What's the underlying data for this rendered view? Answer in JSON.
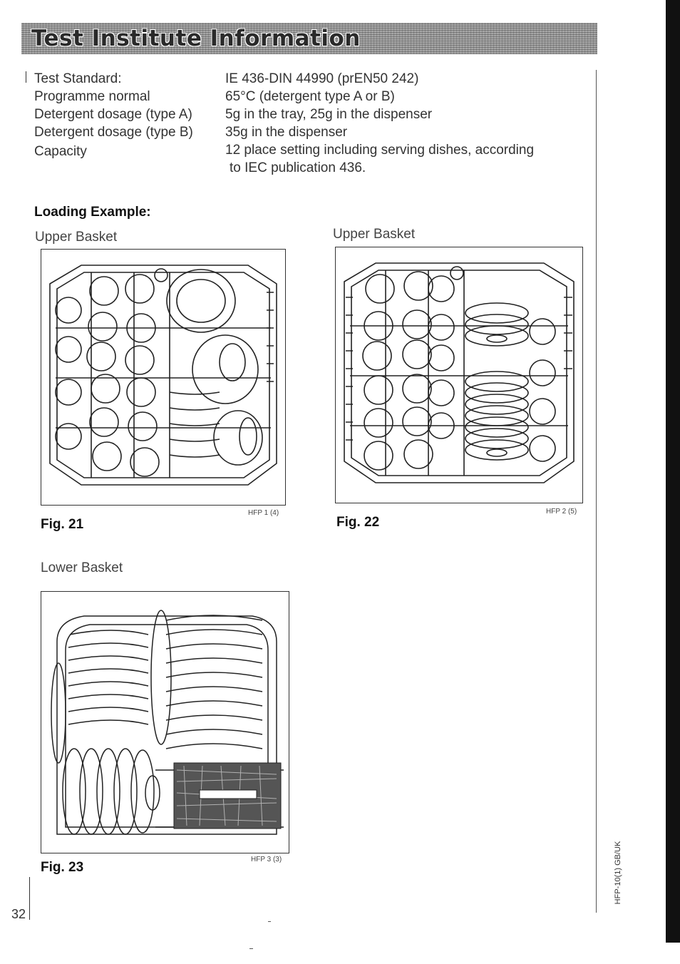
{
  "header": {
    "title": "Test Institute Information"
  },
  "specs": [
    {
      "label": "Test Standard:",
      "value": "IE 436-DIN 44990  (prEN50 242)"
    },
    {
      "label": "Programme normal",
      "value": "65°C (detergent type A or B)"
    },
    {
      "label": "Detergent dosage (type A)",
      "value": "5g in the tray, 25g in the dispenser"
    },
    {
      "label": "Detergent dosage (type B)",
      "value": "35g in the dispenser"
    },
    {
      "label": "Capacity",
      "value": "12 place setting including serving dishes, according",
      "value_cont": "to  IEC publication 436."
    }
  ],
  "loading_heading": "Loading Example:",
  "figures": [
    {
      "caption": "Upper Basket",
      "label": "Fig. 21",
      "code": "HFP 1 (4)"
    },
    {
      "caption": "Upper Basket",
      "label": "Fig. 22",
      "code": "HFP 2 (5)"
    },
    {
      "caption": "Lower Basket",
      "label": "Fig. 23",
      "code": "HFP 3 (3)"
    }
  ],
  "page_number": "32",
  "side_code": "HFP-10(1)  GB/UK"
}
